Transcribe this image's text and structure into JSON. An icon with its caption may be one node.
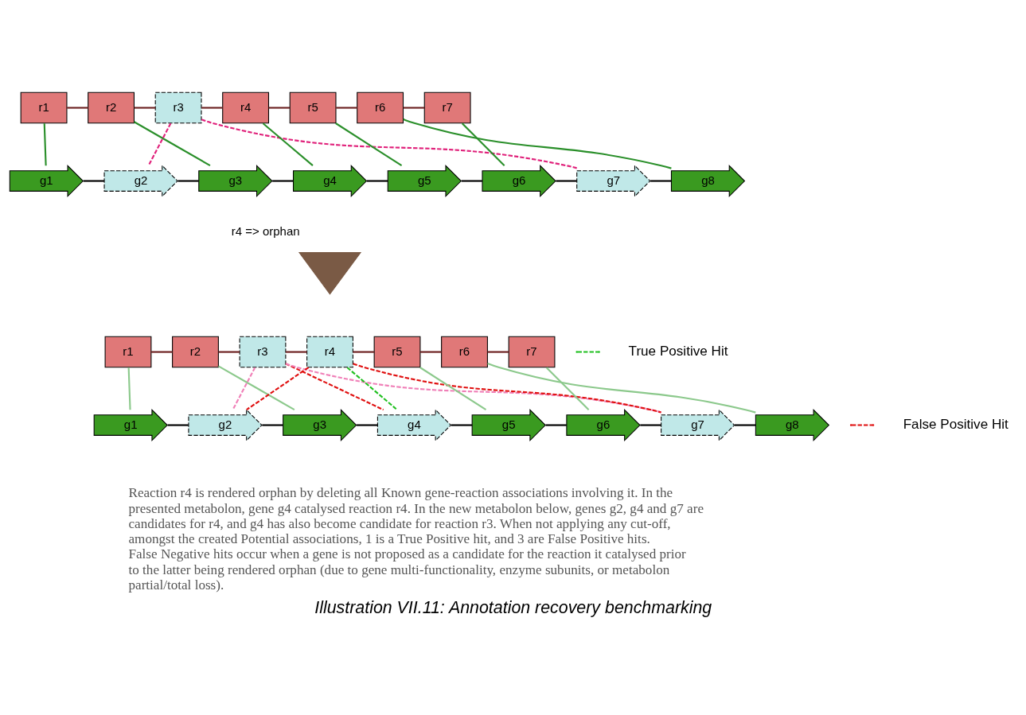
{
  "diagram": {
    "caption": "Illustration VII.11: Annotation recovery benchmarking",
    "nodes": [
      {
        "text": [
          "r1"
        ]
      },
      {
        "text": [
          "r2"
        ]
      },
      {
        "text": [
          "r3"
        ]
      },
      {
        "text": [
          "r4"
        ]
      },
      {
        "text": [
          "r5"
        ]
      },
      {
        "text": [
          "r6"
        ]
      },
      {
        "text": [
          "r7"
        ]
      },
      {
        "text": [
          "g1"
        ]
      },
      {
        "text": [
          "g2"
        ]
      },
      {
        "text": [
          "g3"
        ]
      },
      {
        "text": [
          "g4"
        ]
      },
      {
        "text": [
          "g5"
        ]
      },
      {
        "text": [
          "g6"
        ]
      },
      {
        "text": [
          "g7"
        ]
      },
      {
        "text": [
          "g8"
        ]
      },
      {
        "text": [],
        "shape": "arrow",
        "beside": [
          "r4 => orphan"
        ]
      },
      {
        "text": [
          "r1"
        ]
      },
      {
        "text": [
          "r2"
        ]
      },
      {
        "text": [
          "r3"
        ]
      },
      {
        "text": [
          "r4"
        ]
      },
      {
        "text": [
          "r5"
        ]
      },
      {
        "text": [
          "r6"
        ]
      },
      {
        "text": [
          "r7"
        ]
      },
      {
        "text": [
          "g1"
        ]
      },
      {
        "text": [
          "g2"
        ]
      },
      {
        "text": [
          "g3"
        ]
      },
      {
        "text": [
          "g4"
        ]
      },
      {
        "text": [
          "g5"
        ]
      },
      {
        "text": [
          "g6"
        ]
      },
      {
        "text": [
          "g7"
        ]
      },
      {
        "text": [
          "g8"
        ]
      }
    ],
    "edges": [
      {
        "from": 0,
        "to": 1,
        "arrow": "none",
        "color": "#6b2020"
      },
      {
        "from": 1,
        "to": 2,
        "arrow": "none",
        "color": "#6b2020"
      },
      {
        "from": 2,
        "to": 3,
        "arrow": "none",
        "color": "#6b2020"
      },
      {
        "from": 3,
        "to": 4,
        "arrow": "none",
        "color": "#6b2020"
      },
      {
        "from": 4,
        "to": 5,
        "arrow": "none",
        "color": "#6b2020"
      },
      {
        "from": 5,
        "to": 6,
        "arrow": "none",
        "color": "#6b2020"
      },
      {
        "from": 7,
        "to": 8,
        "arrow": "none"
      },
      {
        "from": 8,
        "to": 9,
        "arrow": "none"
      },
      {
        "from": 9,
        "to": 10,
        "arrow": "none"
      },
      {
        "from": 10,
        "to": 11,
        "arrow": "none"
      },
      {
        "from": 11,
        "to": 12,
        "arrow": "none"
      },
      {
        "from": 12,
        "to": 13,
        "arrow": "none"
      },
      {
        "from": 13,
        "to": 14,
        "arrow": "none"
      },
      {
        "from": 0,
        "to": 7,
        "arrow": "none",
        "color": "#2a8f2a"
      },
      {
        "from": 1,
        "to": 9,
        "arrow": "none",
        "color": "#2a8f2a"
      },
      {
        "from": 2,
        "to": 8,
        "arrow": "none",
        "style": "dashed",
        "color": "#e0207a"
      },
      {
        "from": 2,
        "to": 13,
        "arrow": "none",
        "style": "dashed",
        "color": "#e0207a"
      },
      {
        "from": 3,
        "to": 10,
        "arrow": "none",
        "color": "#2a8f2a"
      },
      {
        "from": 4,
        "to": 11,
        "arrow": "none",
        "color": "#2a8f2a"
      },
      {
        "from": 5,
        "to": 14,
        "arrow": "none",
        "color": "#2a8f2a"
      },
      {
        "from": 6,
        "to": 12,
        "arrow": "none",
        "color": "#2a8f2a"
      },
      {
        "from": 16,
        "to": 17,
        "arrow": "none",
        "color": "#6b2020"
      },
      {
        "from": 17,
        "to": 18,
        "arrow": "none",
        "color": "#6b2020"
      },
      {
        "from": 18,
        "to": 19,
        "arrow": "none",
        "color": "#6b2020"
      },
      {
        "from": 19,
        "to": 20,
        "arrow": "none",
        "color": "#6b2020"
      },
      {
        "from": 20,
        "to": 21,
        "arrow": "none",
        "color": "#6b2020"
      },
      {
        "from": 21,
        "to": 22,
        "arrow": "none",
        "color": "#6b2020"
      },
      {
        "from": 23,
        "to": 24,
        "arrow": "none"
      },
      {
        "from": 24,
        "to": 25,
        "arrow": "none"
      },
      {
        "from": 25,
        "to": 26,
        "arrow": "none"
      },
      {
        "from": 26,
        "to": 27,
        "arrow": "none"
      },
      {
        "from": 27,
        "to": 28,
        "arrow": "none"
      },
      {
        "from": 28,
        "to": 29,
        "arrow": "none"
      },
      {
        "from": 29,
        "to": 30,
        "arrow": "none"
      },
      {
        "from": 16,
        "to": 23,
        "arrow": "none",
        "color": "#8cc98c"
      },
      {
        "from": 17,
        "to": 25,
        "arrow": "none",
        "color": "#8cc98c"
      },
      {
        "from": 18,
        "to": 24,
        "arrow": "none",
        "style": "dashed",
        "color": "#f080b8"
      },
      {
        "from": 18,
        "to": 26,
        "arrow": "none",
        "style": "dashed",
        "color": "#e01010"
      },
      {
        "from": 18,
        "to": 29,
        "arrow": "none",
        "style": "dashed",
        "color": "#f080b8"
      },
      {
        "from": 19,
        "to": 24,
        "arrow": "none",
        "style": "dashed",
        "color": "#e01010"
      },
      {
        "from": 19,
        "to": 26,
        "arrow": "none",
        "style": "dashed",
        "color": "#20c020"
      },
      {
        "from": 19,
        "to": 29,
        "arrow": "none",
        "style": "dashed",
        "color": "#e01010"
      },
      {
        "from": 20,
        "to": 27,
        "arrow": "none",
        "color": "#8cc98c"
      },
      {
        "from": 21,
        "to": 30,
        "arrow": "none",
        "color": "#8cc98c"
      },
      {
        "from": 22,
        "to": 28,
        "arrow": "none",
        "color": "#8cc98c"
      }
    ],
    "labels": [
      "Reaction r4 is rendered orphan by deleting all Known gene-reaction associations involving it. In the presented metabolon, gene g4 catalysed reaction r4. In the new metabolon below, genes g2, g4 and g7 are candidates for r4, and g4 has also become candidate for reaction r3. When not applying any cut-off, amongst the created Potential associations, 1 is a True Positive hit, and 3 are False Positive hits. False Negative hits occur when a gene is not proposed as a candidate for the reaction it catalysed prior to the latter being rendered orphan (due to gene multi-functionality, enzyme subunits, or metabolon partial/total loss)."
    ],
    "legend": [
      {
        "text": "True Positive Hit"
      },
      {
        "text": "False Positive Hit"
      }
    ]
  }
}
